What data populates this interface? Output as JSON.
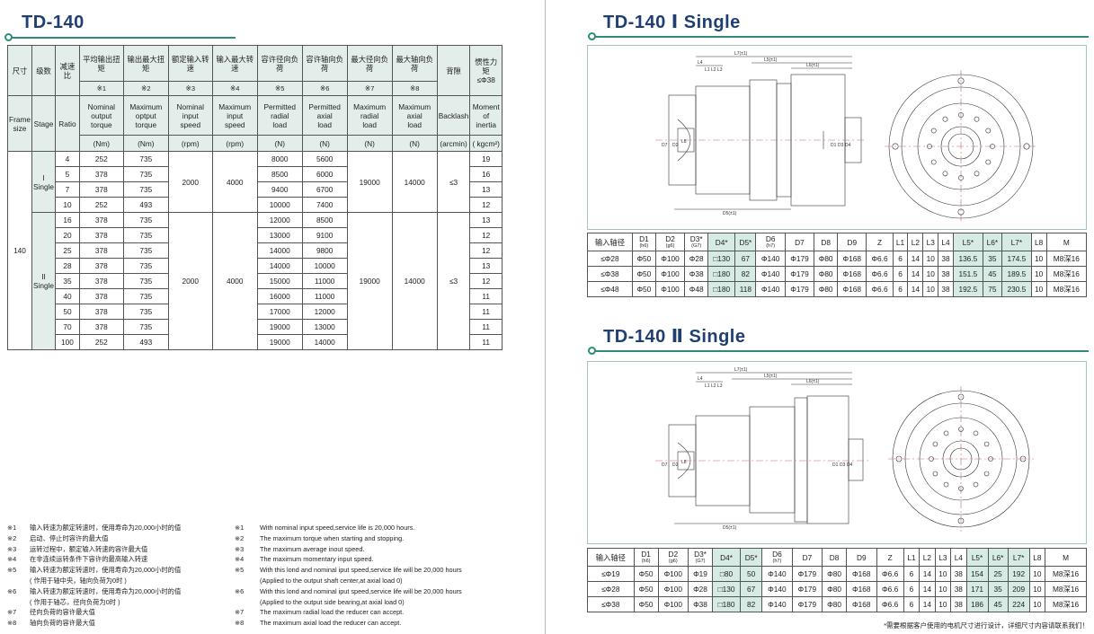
{
  "left": {
    "title": "TD-140",
    "spec_header": {
      "zh": [
        "尺寸",
        "级数",
        "减速比",
        "平均输出扭矩",
        "输出最大扭矩",
        "额定输入转速",
        "输入最大转速",
        "容许径向负荷",
        "容许轴向负荷",
        "最大径向负荷",
        "最大轴向负荷",
        "背隙",
        "惯性力矩"
      ],
      "moment_sub": "≤Φ38",
      "notes": [
        "※1",
        "※2",
        "※3",
        "※4",
        "※5",
        "※6",
        "※7",
        "※8"
      ],
      "en1": [
        "Frame",
        "Stage",
        "Ratio",
        "Nominal",
        "Maximum",
        "Nominal",
        "Maximum",
        "Permitted",
        "Permitted",
        "Maximum",
        "Maximum",
        "Backlash",
        "Moment"
      ],
      "en2": [
        "size",
        "",
        "",
        "output",
        "optput",
        "input",
        "input",
        "radial",
        "axial",
        "radial",
        "axial",
        "",
        "of"
      ],
      "en3": [
        "",
        "",
        "",
        "torque",
        "torque",
        "speed",
        "speed",
        "load",
        "load",
        "load",
        "load",
        "",
        "inertia"
      ],
      "units": [
        "(Nm)",
        "(Nm)",
        "(rpm)",
        "(rpm)",
        "(N)",
        "(N)",
        "(N)",
        "(N)",
        "(arcmin)",
        "( kgcm²)"
      ]
    },
    "frame_size": "140",
    "stage1_label": [
      "I",
      "Single"
    ],
    "stage2_label": [
      "II",
      "Single"
    ],
    "stage1": {
      "rows": [
        {
          "ratio": "4",
          "avg": "252",
          "max": "735",
          "rad": "8000",
          "axial": "5600",
          "inertia": "19"
        },
        {
          "ratio": "5",
          "avg": "378",
          "max": "735",
          "rad": "8500",
          "axial": "6000",
          "inertia": "16"
        },
        {
          "ratio": "7",
          "avg": "378",
          "max": "735",
          "rad": "9400",
          "axial": "6700",
          "inertia": "13"
        },
        {
          "ratio": "10",
          "avg": "252",
          "max": "493",
          "rad": "10000",
          "axial": "7400",
          "inertia": "12"
        }
      ],
      "nominal_speed": "2000",
      "max_speed": "4000",
      "max_radial": "19000",
      "max_axial": "14000",
      "backlash": "≤3"
    },
    "stage2": {
      "rows": [
        {
          "ratio": "16",
          "avg": "378",
          "max": "735",
          "rad": "12000",
          "axial": "8500",
          "inertia": "13"
        },
        {
          "ratio": "20",
          "avg": "378",
          "max": "735",
          "rad": "13000",
          "axial": "9100",
          "inertia": "12"
        },
        {
          "ratio": "25",
          "avg": "378",
          "max": "735",
          "rad": "14000",
          "axial": "9800",
          "inertia": "12"
        },
        {
          "ratio": "28",
          "avg": "378",
          "max": "735",
          "rad": "14000",
          "axial": "10000",
          "inertia": "13"
        },
        {
          "ratio": "35",
          "avg": "378",
          "max": "735",
          "rad": "15000",
          "axial": "11000",
          "inertia": "12"
        },
        {
          "ratio": "40",
          "avg": "378",
          "max": "735",
          "rad": "16000",
          "axial": "11000",
          "inertia": "11"
        },
        {
          "ratio": "50",
          "avg": "378",
          "max": "735",
          "rad": "17000",
          "axial": "12000",
          "inertia": "11"
        },
        {
          "ratio": "70",
          "avg": "378",
          "max": "735",
          "rad": "19000",
          "axial": "13000",
          "inertia": "11"
        },
        {
          "ratio": "100",
          "avg": "252",
          "max": "493",
          "rad": "19000",
          "axial": "14000",
          "inertia": "11"
        }
      ],
      "nominal_speed": "2000",
      "max_speed": "4000",
      "max_radial": "19000",
      "max_axial": "14000",
      "backlash": "≤3"
    },
    "notes": [
      {
        "k": "※1",
        "zh": "输入转速为额定转速时，使用寿命为20,000小时的值",
        "en": "With nominal input speed,service life is 20,000 hours."
      },
      {
        "k": "※2",
        "zh": "启动、停止时容许的最大值",
        "en": "The maximum torque when starting and stopping."
      },
      {
        "k": "※3",
        "zh": "运转过程中，额定输入转速的容许最大值",
        "en": "The maximum average inout speed."
      },
      {
        "k": "※4",
        "zh": "在非连续运转条件下容许的最高输入转速",
        "en": "The maximum momentary input speed."
      },
      {
        "k": "※5",
        "zh": "输入转速为额定转速时，使用寿命为20,000小时的值",
        "en": "With this lond and nominal iput speed,service life will be 20,000 hours"
      },
      {
        "k": "",
        "zh": "( 作用于轴中央，轴向负荷为0时 )",
        "en": "(Applied to the output shaft center,at axial load 0)"
      },
      {
        "k": "※6",
        "zh": "输入转速为额定转速时，使用寿命为20,000小时的值",
        "en": "With this lond and nominal iput speed,service life will be 20,000 hours"
      },
      {
        "k": "",
        "zh": "( 作用于轴芯，径向负荷为0时 )",
        "en": "(Applied to the output side bearing,at axial load 0)"
      },
      {
        "k": "※7",
        "zh": "径向负荷的容许最大值",
        "en": "The maximum radial load the reducer can accept."
      },
      {
        "k": "※8",
        "zh": "轴向负荷的容许最大值",
        "en": "The maximum axial load the reducer can accept."
      }
    ]
  },
  "right": {
    "title1": "TD-140 Ⅰ Single",
    "title2": "TD-140 Ⅱ Single",
    "dim_header": [
      "输入轴径",
      "D1",
      "D2",
      "D3*",
      "D4*",
      "D5*",
      "D6",
      "D7",
      "D8",
      "D9",
      "Z",
      "L1",
      "L2",
      "L3",
      "L4",
      "L5*",
      "L6*",
      "L7*",
      "L8",
      "M"
    ],
    "dim_sub": [
      "",
      "(h6)",
      "(g6)",
      "(G7)",
      "",
      "",
      "(h7)",
      "",
      "",
      "",
      "",
      "",
      "",
      "",
      "",
      "",
      "",
      "",
      "",
      ""
    ],
    "table1": [
      [
        "≤Φ28",
        "Φ50",
        "Φ100",
        "Φ28",
        "□130",
        "67",
        "Φ140",
        "Φ179",
        "Φ80",
        "Φ168",
        "Φ6.6",
        "6",
        "14",
        "10",
        "38",
        "136.5",
        "35",
        "174.5",
        "10",
        "M8深16"
      ],
      [
        "≤Φ38",
        "Φ50",
        "Φ100",
        "Φ38",
        "□180",
        "82",
        "Φ140",
        "Φ179",
        "Φ80",
        "Φ168",
        "Φ6.6",
        "6",
        "14",
        "10",
        "38",
        "151.5",
        "45",
        "189.5",
        "10",
        "M8深16"
      ],
      [
        "≤Φ48",
        "Φ50",
        "Φ100",
        "Φ48",
        "□180",
        "118",
        "Φ140",
        "Φ179",
        "Φ80",
        "Φ168",
        "Φ6.6",
        "6",
        "14",
        "10",
        "38",
        "192.5",
        "75",
        "230.5",
        "10",
        "M8深16"
      ]
    ],
    "table2": [
      [
        "≤Φ19",
        "Φ50",
        "Φ100",
        "Φ19",
        "□80",
        "50",
        "Φ140",
        "Φ179",
        "Φ80",
        "Φ168",
        "Φ6.6",
        "6",
        "14",
        "10",
        "38",
        "154",
        "25",
        "192",
        "10",
        "M8深16"
      ],
      [
        "≤Φ28",
        "Φ50",
        "Φ100",
        "Φ28",
        "□130",
        "67",
        "Φ140",
        "Φ179",
        "Φ80",
        "Φ168",
        "Φ6.6",
        "6",
        "14",
        "10",
        "38",
        "171",
        "35",
        "209",
        "10",
        "M8深16"
      ],
      [
        "≤Φ38",
        "Φ50",
        "Φ100",
        "Φ38",
        "□180",
        "82",
        "Φ140",
        "Φ179",
        "Φ80",
        "Φ168",
        "Φ6.6",
        "6",
        "14",
        "10",
        "38",
        "186",
        "45",
        "224",
        "10",
        "M8深16"
      ]
    ],
    "drawing_labels": {
      "l7": "L7(±1)",
      "l5": "L5(±1)",
      "l6": "L6(±1)",
      "l4": "L4",
      "l1": "L1",
      "l2": "L2",
      "l3": "L3",
      "l8": "L8",
      "d7": "D7",
      "d2": "D2",
      "d1": "D1",
      "d3": "D3",
      "d4": "D4",
      "d5": "D5(±1)"
    },
    "footnote": "*需要根据客户使用的电机尺寸进行设计，详细尺寸内容请联系我们！"
  }
}
